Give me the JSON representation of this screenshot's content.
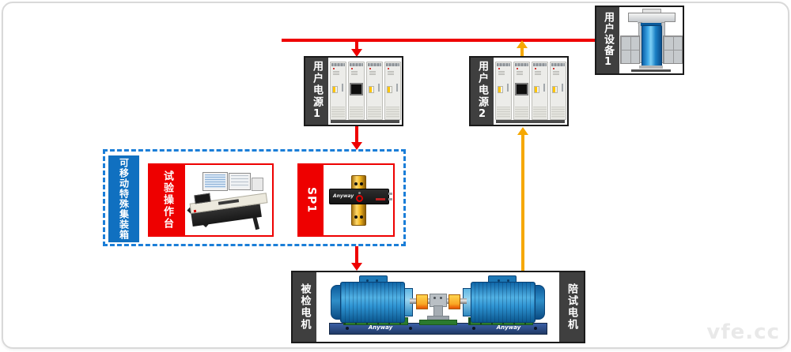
{
  "watermark": "vfe.cc",
  "colors": {
    "power_line": "#ee0000",
    "feedback_line": "#f6a800",
    "container_dash_border": "#1b7ed8",
    "container_strip": "#1070c0",
    "node_strip": "#3f3f3f",
    "red_accent": "#ee0000",
    "motor_blue": "#2e93d2"
  },
  "nodes": {
    "user_device_1": {
      "label": "用户设备1"
    },
    "user_power_1": {
      "label": "用户电源1"
    },
    "user_power_2": {
      "label": "用户电源2"
    },
    "mobile_container": {
      "label": "可移动特殊集装箱"
    },
    "test_console": {
      "label": "试验操作台"
    },
    "sp1": {
      "label": "SP1"
    },
    "tested_motor": {
      "label": "被检电机"
    },
    "accompanying_motor": {
      "label": "陪试电机"
    }
  },
  "illustrations": {
    "rail_brand": "Anyway",
    "sensor_brand": "Anyway"
  }
}
